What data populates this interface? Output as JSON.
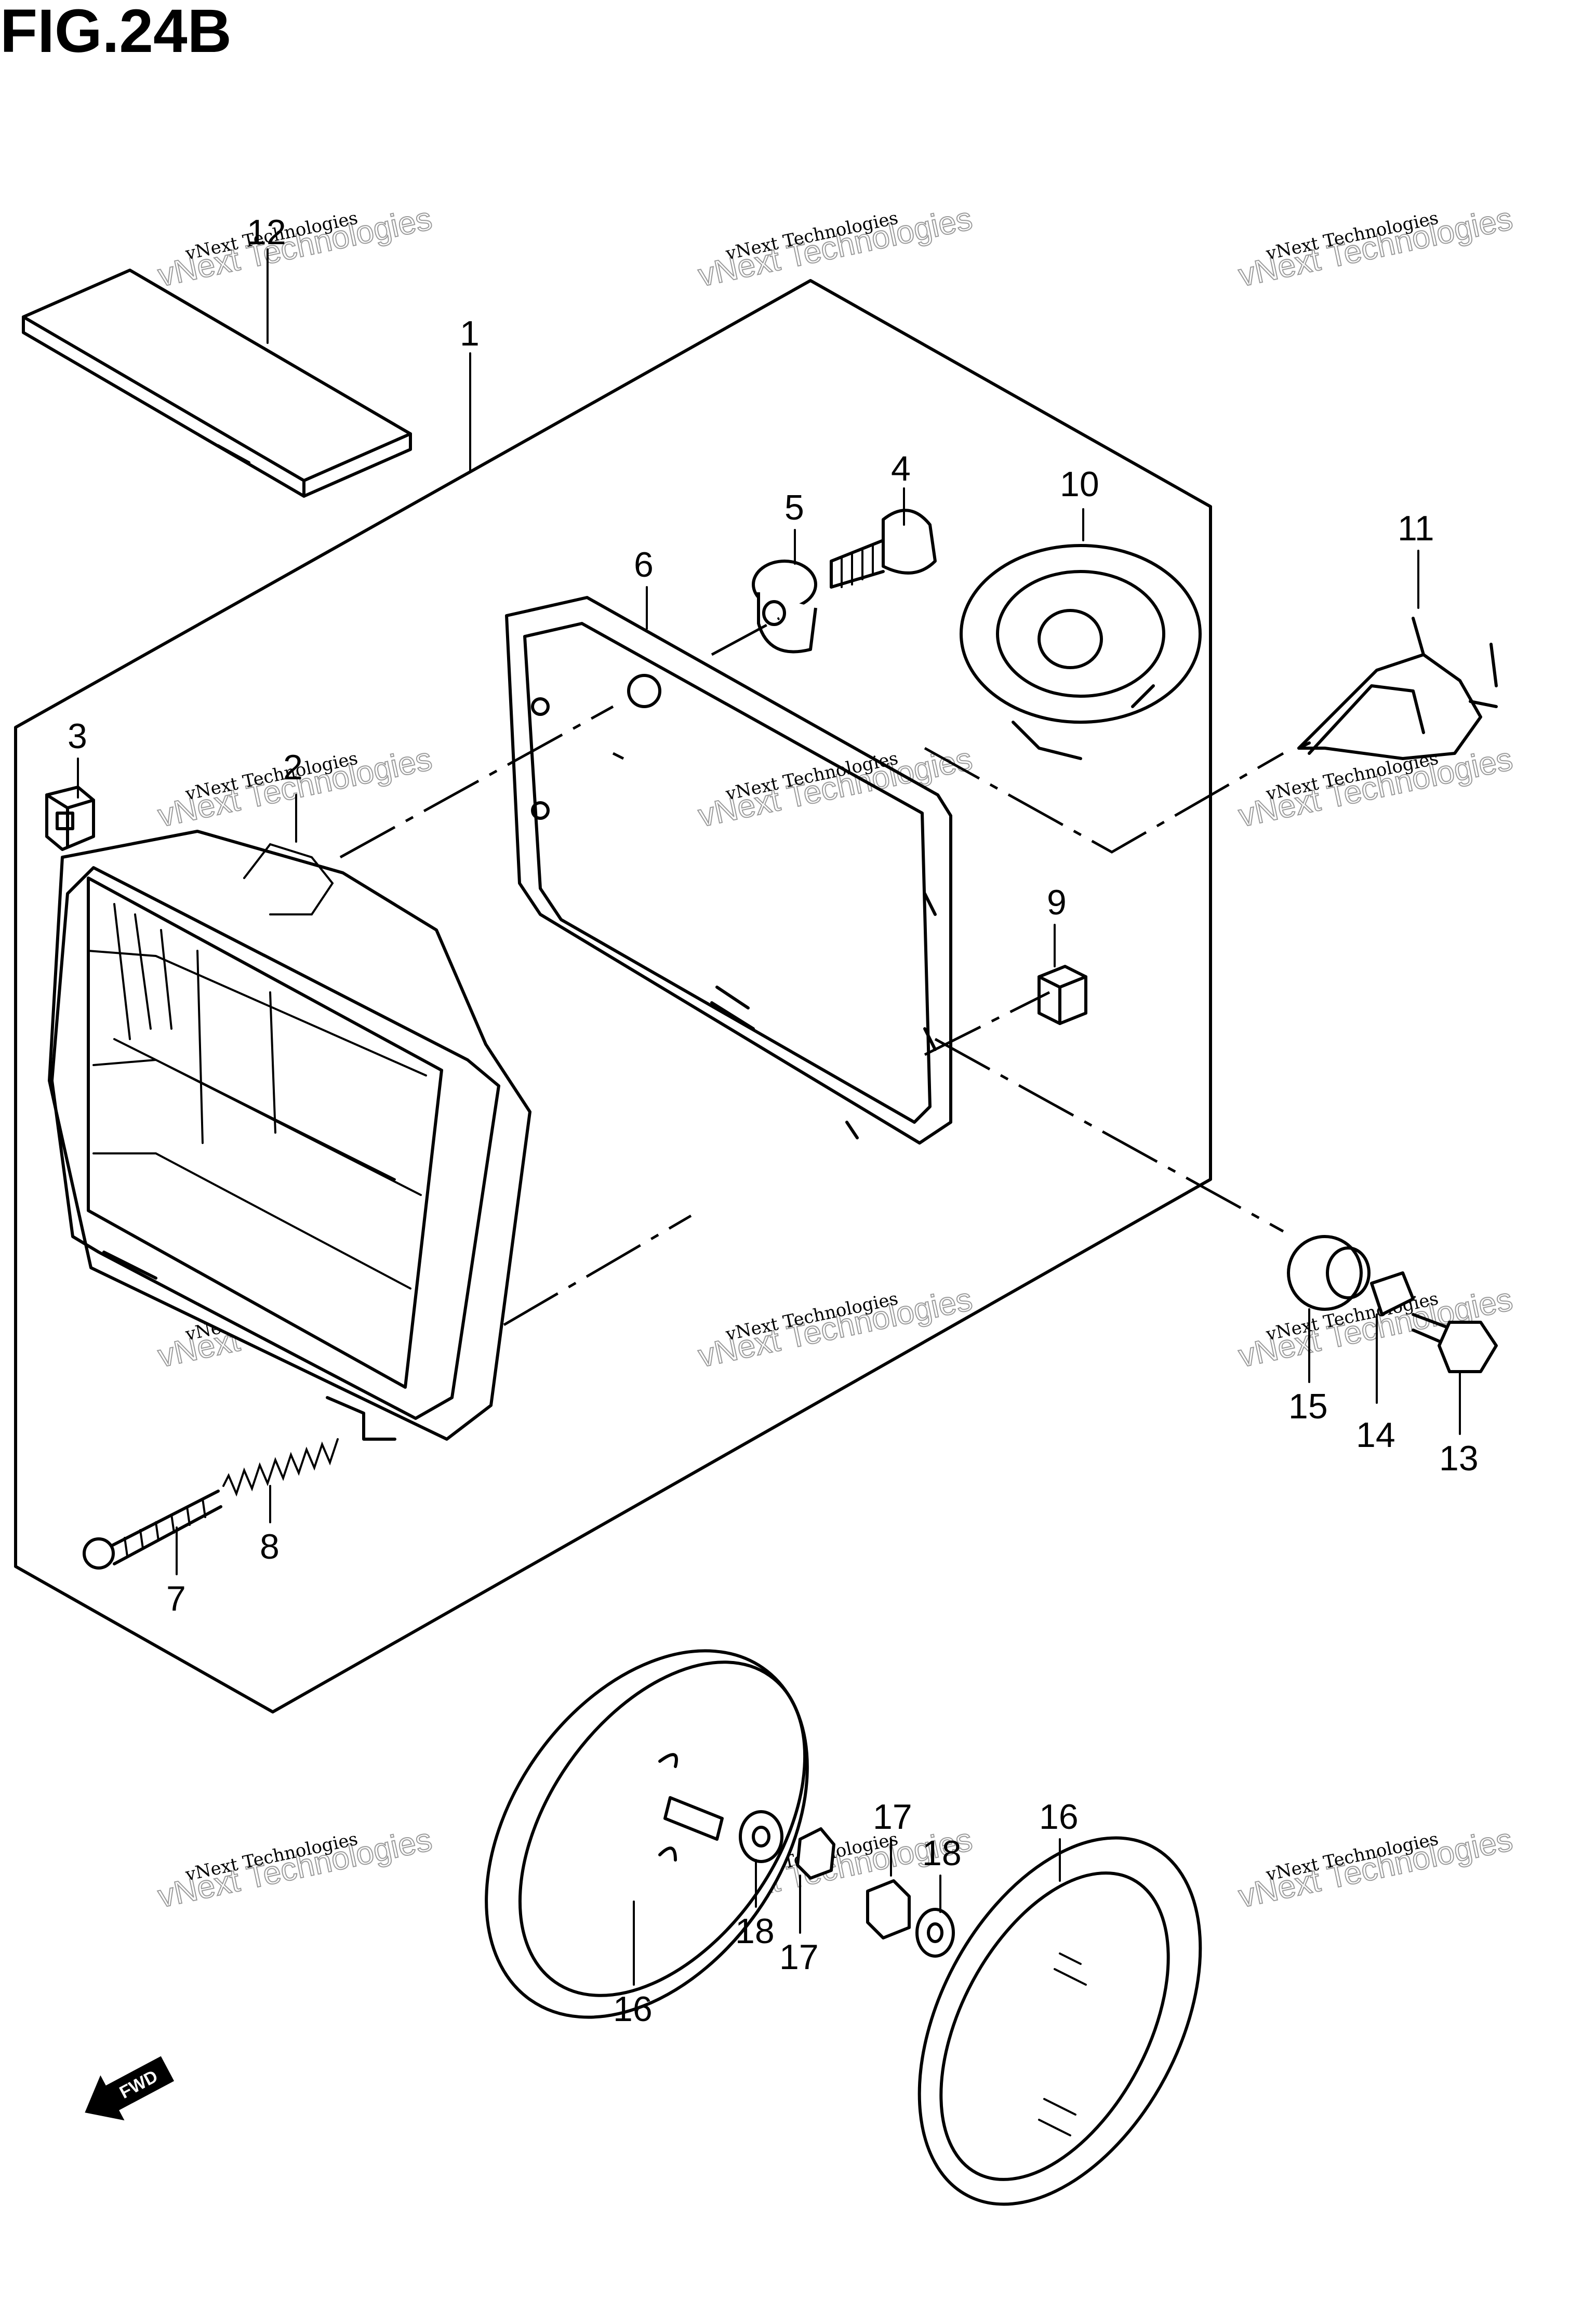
{
  "figure": {
    "title": "FIG.24B"
  },
  "watermark": {
    "line1": "vNext Technologies",
    "line2": "vNext Technologies"
  },
  "direction_marker": {
    "label": "FWD"
  },
  "callouts": [
    {
      "id": "1",
      "label": "1",
      "part": "headlight-housing-assembly"
    },
    {
      "id": "2",
      "label": "2",
      "part": "headlight-lens-unit"
    },
    {
      "id": "3",
      "label": "3",
      "part": "clip-nut"
    },
    {
      "id": "4",
      "label": "4",
      "part": "screw"
    },
    {
      "id": "5",
      "label": "5",
      "part": "rubber-cushion"
    },
    {
      "id": "6",
      "label": "6",
      "part": "headlight-rim-frame"
    },
    {
      "id": "7",
      "label": "7",
      "part": "adjuster-screw"
    },
    {
      "id": "8",
      "label": "8",
      "part": "spring"
    },
    {
      "id": "9",
      "label": "9",
      "part": "clip-nut"
    },
    {
      "id": "10",
      "label": "10",
      "part": "bulb-socket-cover"
    },
    {
      "id": "11",
      "label": "11",
      "part": "headlight-bulb"
    },
    {
      "id": "12",
      "label": "12",
      "part": "label-plate"
    },
    {
      "id": "13",
      "label": "13",
      "part": "bolt"
    },
    {
      "id": "14",
      "label": "14",
      "part": "spacer"
    },
    {
      "id": "15",
      "label": "15",
      "part": "grommet"
    },
    {
      "id": "16a",
      "label": "16",
      "part": "rear-reflector"
    },
    {
      "id": "16b",
      "label": "16",
      "part": "side-reflector"
    },
    {
      "id": "17a",
      "label": "17",
      "part": "nut"
    },
    {
      "id": "17b",
      "label": "17",
      "part": "nut"
    },
    {
      "id": "18a",
      "label": "18",
      "part": "washer"
    },
    {
      "id": "18b",
      "label": "18",
      "part": "washer"
    }
  ]
}
